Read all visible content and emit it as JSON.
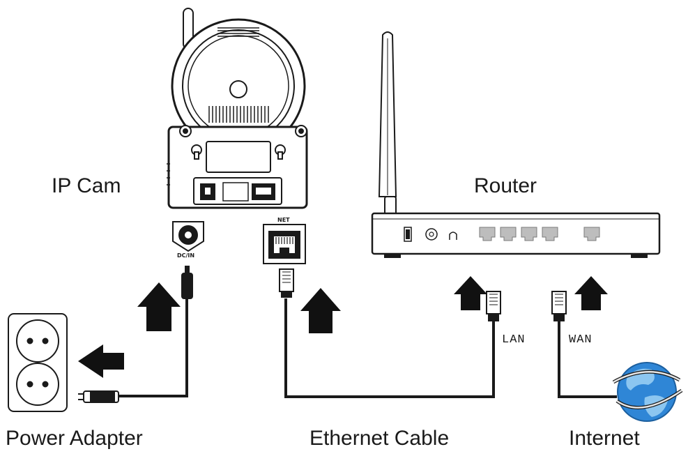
{
  "labels": {
    "ip_cam": "IP Cam",
    "router": "Router",
    "power_adapter": "Power Adapter",
    "ethernet_cable": "Ethernet Cable",
    "internet": "Internet",
    "lan": "LAN",
    "wan": "WAN",
    "net_port": "NET",
    "dc_in": "DC/IN"
  },
  "colors": {
    "line": "#1a1a1a",
    "globe_blue": "#2f86d6",
    "globe_light": "#8cc6f0"
  },
  "icons": [
    "ip-camera-icon",
    "router-icon",
    "power-outlet-icon",
    "globe-icon",
    "arrow-up-icon",
    "arrow-left-icon",
    "rj45-plug-icon",
    "dc-plug-icon"
  ]
}
